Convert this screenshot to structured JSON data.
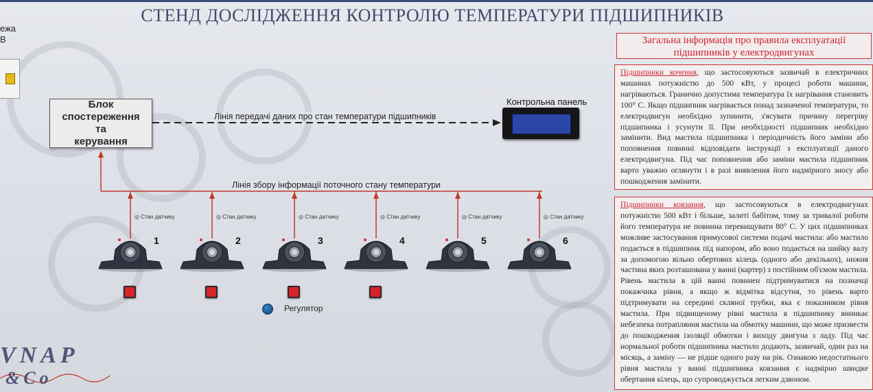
{
  "title": "СТЕНД ДОСЛІДЖЕННЯ КОНТРОЛЮ ТЕМПЕРАТУРИ ПІДШИПНИКІВ",
  "left_cut": {
    "line1": "ежа",
    "line2": "В"
  },
  "control_block": {
    "line1": "Блок спостереження",
    "line2": "та",
    "line3": "керування"
  },
  "control_panel": {
    "label": "Контрольна панель"
  },
  "data_line_label": "Лінія передачі даних про стан температури підшипників",
  "collect_line_label": "Лінія збору інформації поточного стану температури",
  "bearings": [
    {
      "number": "1",
      "sensor_label": "Стан датчику",
      "has_button": true
    },
    {
      "number": "2",
      "sensor_label": "Стан датчику",
      "has_button": true
    },
    {
      "number": "3",
      "sensor_label": "Стан датчику",
      "has_button": true
    },
    {
      "number": "4",
      "sensor_label": "Стан датчику",
      "has_button": true
    },
    {
      "number": "5",
      "sensor_label": "Стан датчику",
      "has_button": false
    },
    {
      "number": "6",
      "sensor_label": "Стан датчику",
      "has_button": false
    }
  ],
  "regulator_label": "Регулятор",
  "info": {
    "header": "Загальна інформація про правила експлуатації підшипників у електродвигунах",
    "rolling": {
      "title": "Підшипники кочення",
      "text": ", що застосовуються зазвичай в електричних машинах потужністю до 500 кВт, у процесі роботи машини, нагріваються. Гранично допустима температура їх нагрівання становить 100° С. Якщо підшипник нагрівається понад зазначеної температури, то електродвигун необхідно зупинити, з'ясувати причину перегріву підшипника і усунути її. При необхідності підшипник необхідно замінити. Вид мастила підшипника і періодичність його заміни або поповнення повинні відповідати інструкції з експлуатації даного електродвигуна. Під час поповнення або заміни мастила підшипник варто уважно оглянути і в разі виявлення його надмірного зносу або пошкодження замінити."
    },
    "sliding": {
      "title": "Підшипники ковзання",
      "text": ", що застосовуються в електродвигунах потужністю 500 кВт і більше, залиті бабітом, тому за тривалої роботи його температура не повинна перевищувати 80° С. У цих підшипниках можливе застосування примусової системи подачі мастила: або мастило подається в підшипник під напором, або воно подається на шийку валу за допомогою вільно обертових кілець (одного або декількох), нижня частина яких розташована у ванні (картер) з постійним об'ємом мастила. Рівень мастила в цій ванні повинен підтримуватися на позначці покажчика рівня, а якщо ж відмітка відсутня, то рівень варто підтримувати на середині скляної трубки, яка є показником рівня мастила. При підвищеному рівні мастила в підшипнику виникає небезпека потрапляння мастила на обмотку машини, що може призвести до пошкодження ізоляції обмотки і виходу двигуна з ладу. Під час нормальної роботи підшипника мастило додають, зазвичай, один раз на місяць, а заміну — не рідше одного разу на рік. Ознакою недостатнього рівня мастила у ванні підшипника ковзання є надмірно швидке обертання кілець, що супроводжується легким дзвоном."
    }
  },
  "logo": {
    "line1": "VNAP",
    "line2": "&Co"
  },
  "colors": {
    "wire": "#c0392b",
    "accent_red": "#cc2233",
    "title": "#3f4a6a"
  }
}
